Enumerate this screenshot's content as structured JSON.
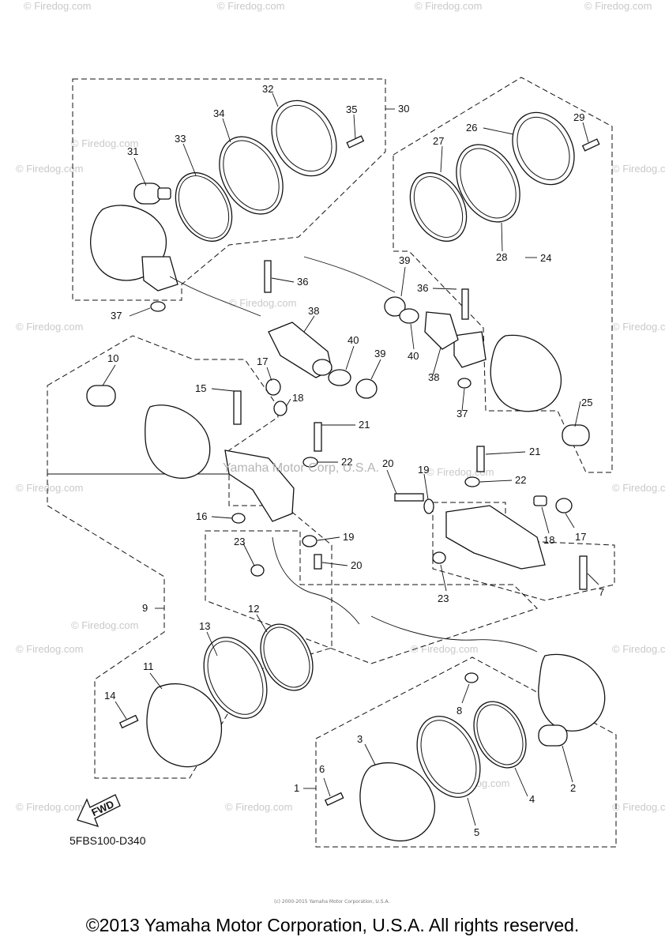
{
  "diagram_code": "5FBS100-D340",
  "copyright": "©2013 Yamaha Motor Corporation, U.S.A. All rights reserved.",
  "tiny_copyright": "(c) 2000-2015 Yamaha Motor Corporation, U.S.A.",
  "center_watermark": "Yamaha Motor Corp, U.S.A.",
  "fwd_label": "FWD",
  "watermark_text": "© Firedog.com",
  "callouts": {
    "c1": "1",
    "c2": "2",
    "c3": "3",
    "c4": "4",
    "c5": "5",
    "c6": "6",
    "c7": "7",
    "c8": "8",
    "c9": "9",
    "c10": "10",
    "c11": "11",
    "c12": "12",
    "c13": "13",
    "c14": "14",
    "c15": "15",
    "c16": "16",
    "c17a": "17",
    "c17b": "17",
    "c18a": "18",
    "c18b": "18",
    "c19a": "19",
    "c19b": "19",
    "c20a": "20",
    "c20b": "20",
    "c21a": "21",
    "c21b": "21",
    "c22a": "22",
    "c22b": "22",
    "c23a": "23",
    "c23b": "23",
    "c24": "24",
    "c25": "25",
    "c26": "26",
    "c27": "27",
    "c28": "28",
    "c29": "29",
    "c30": "30",
    "c31": "31",
    "c32": "32",
    "c33": "33",
    "c34": "34",
    "c35": "35",
    "c36a": "36",
    "c36b": "36",
    "c37a": "37",
    "c37b": "37",
    "c38a": "38",
    "c38b": "38",
    "c39a": "39",
    "c39b": "39",
    "c40a": "40",
    "c40b": "40"
  }
}
